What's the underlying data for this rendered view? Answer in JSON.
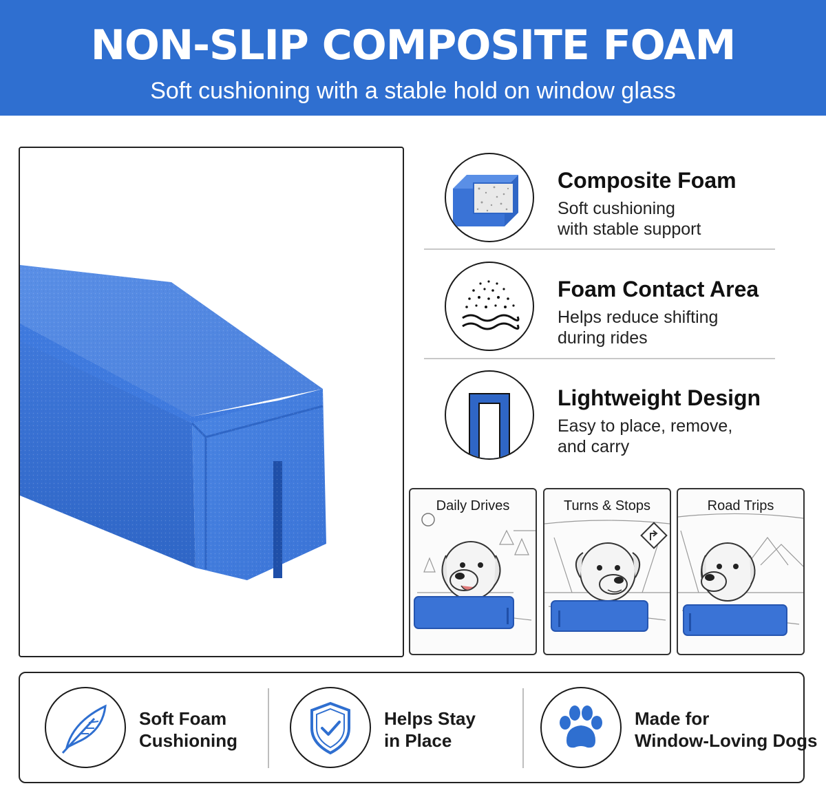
{
  "banner": {
    "title": "NON-SLIP COMPOSITE FOAM",
    "subtitle": "Soft cushioning with a stable hold on window glass",
    "color": "#2f6fd0"
  },
  "features": [
    {
      "icon": "foam-block-cross-section-icon",
      "title": "Composite Foam",
      "desc_line1": "Soft cushioning",
      "desc_line2": "with stable support"
    },
    {
      "icon": "foam-texture-icon",
      "title": "Foam Contact Area",
      "desc_line1": "Helps reduce shifting",
      "desc_line2": "during rides"
    },
    {
      "icon": "slot-profile-icon",
      "title": "Lightweight Design",
      "desc_line1": "Easy to place, remove,",
      "desc_line2": "and carry"
    }
  ],
  "scenes": [
    {
      "label": "Daily Drives"
    },
    {
      "label": "Turns & Stops"
    },
    {
      "label": "Road Trips"
    }
  ],
  "badges": [
    {
      "icon": "feather-icon",
      "line1": "Soft Foam",
      "line2": "Cushioning"
    },
    {
      "icon": "shield-check-icon",
      "line1": "Helps Stay",
      "line2": "in Place"
    },
    {
      "icon": "paw-print-icon",
      "line1": "Made for",
      "line2": "Window-Loving Dogs"
    }
  ],
  "colors": {
    "foam_blue": "#3a73d6",
    "foam_dark": "#2555b0",
    "foam_light": "#5a8fe6",
    "accent": "#2f6fd0"
  }
}
